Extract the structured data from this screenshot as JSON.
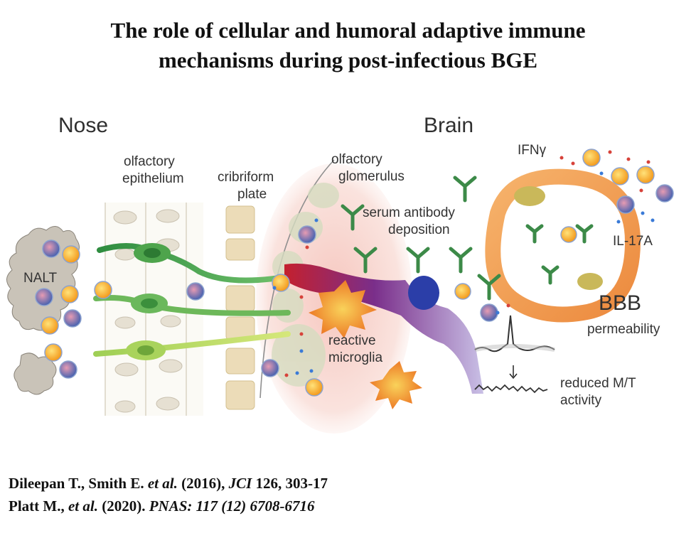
{
  "title": {
    "line1": "The role of cellular and humoral adaptive immune",
    "line2": "mechanisms during post-infectious BGE"
  },
  "labels": {
    "nose": "Nose",
    "brain": "Brain",
    "nalt": "NALT",
    "olfactory_epithelium_1": "olfactory",
    "olfactory_epithelium_2": "epithelium",
    "cribriform_1": "cribriform",
    "cribriform_2": "plate",
    "glomerulus_1": "olfactory",
    "glomerulus_2": "glomerulus",
    "serum_1": "serum antibody",
    "serum_2": "deposition",
    "ifn": "IFNγ",
    "il17": "IL-17A",
    "bbb": "BBB",
    "permeability": "permeability",
    "microglia_1": "reactive",
    "microglia_2": "microglia",
    "mt_1": "reduced M/T",
    "mt_2": "activity"
  },
  "references": {
    "ref1_authors": "Dileepan T., Smith E. ",
    "ref1_etal": "et al.",
    "ref1_year": " (2016), ",
    "ref1_journal": "JCI",
    "ref1_rest": " 126, 303-17",
    "ref2_authors": "Platt M., ",
    "ref2_etal": "et al.",
    "ref2_year": " (2020). ",
    "ref2_journal": "PNAS: 117 (12) 6708-6716"
  },
  "colors": {
    "neuron_green": "#3f9a45",
    "mitral_purple": "#7a3a8a",
    "antibody_green": "#3c8a48",
    "vessel_orange": "#f0a055",
    "microglia_orange": "#ef7a25",
    "brain_pink": "#f8d3cc"
  }
}
